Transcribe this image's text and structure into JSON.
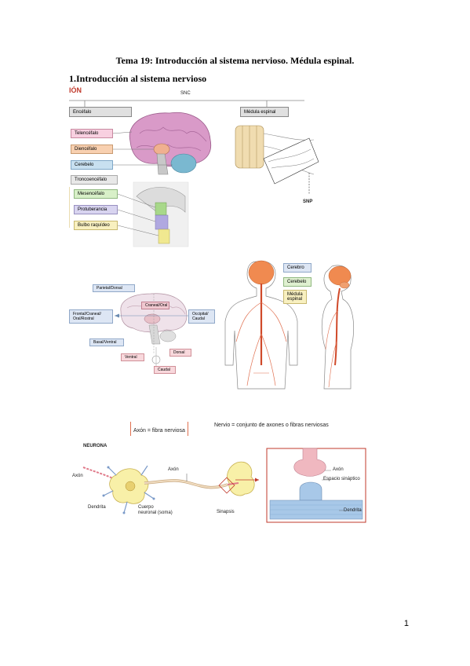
{
  "header": {
    "title": "Tema 19: Introducción al sistema nervioso. Médula espinal.",
    "section": "1.Introducción al sistema nervioso"
  },
  "figure1": {
    "corner_label": "IÓN",
    "snc": "SNC",
    "encefalo": "Encéfalo",
    "medula": "Médula espinal",
    "telencefalo": "Telencéfalo",
    "diencefalo": "Diencéfalo",
    "cerebelo": "Cerebelo",
    "tronco": "Troncoencéfalo",
    "mesencefalo": "Mesencéfalo",
    "protuberancia": "Protuberancia",
    "bulbo": "Bulbo raquídeo",
    "snp": "SNP"
  },
  "figure2": {
    "parietal": "Parietal/Dorsal",
    "craneal": "Craneal/Oral",
    "frontal": "Frontal/Craneal/ Oral/Rostral",
    "occipital": "Occipital/ Caudal",
    "basal": "Basal/Ventral",
    "dorsal": "Dorsal",
    "ventral": "Ventral",
    "caudal": "Caudal"
  },
  "figure3": {
    "cerebro": "Cerebro",
    "cerebelo": "Cerebelo",
    "medula": "Médula espinal"
  },
  "legend": {
    "axon": "Axón = fibra nerviosa",
    "nervio": "Nervio = conjunto de axones o fibras nerviosas"
  },
  "neuron": {
    "title": "NEURONA",
    "axon_left": "Axón",
    "axon_top": "Axón",
    "dendrita": "Dendrita",
    "cuerpo": "Cuerpo neuronal (soma)",
    "sinapsis": "Sinapsis",
    "zoom_axon": "Axón",
    "zoom_espacio": "Espacio sináptico",
    "zoom_dendrita": "Dendrita"
  },
  "page": {
    "number": "1"
  }
}
